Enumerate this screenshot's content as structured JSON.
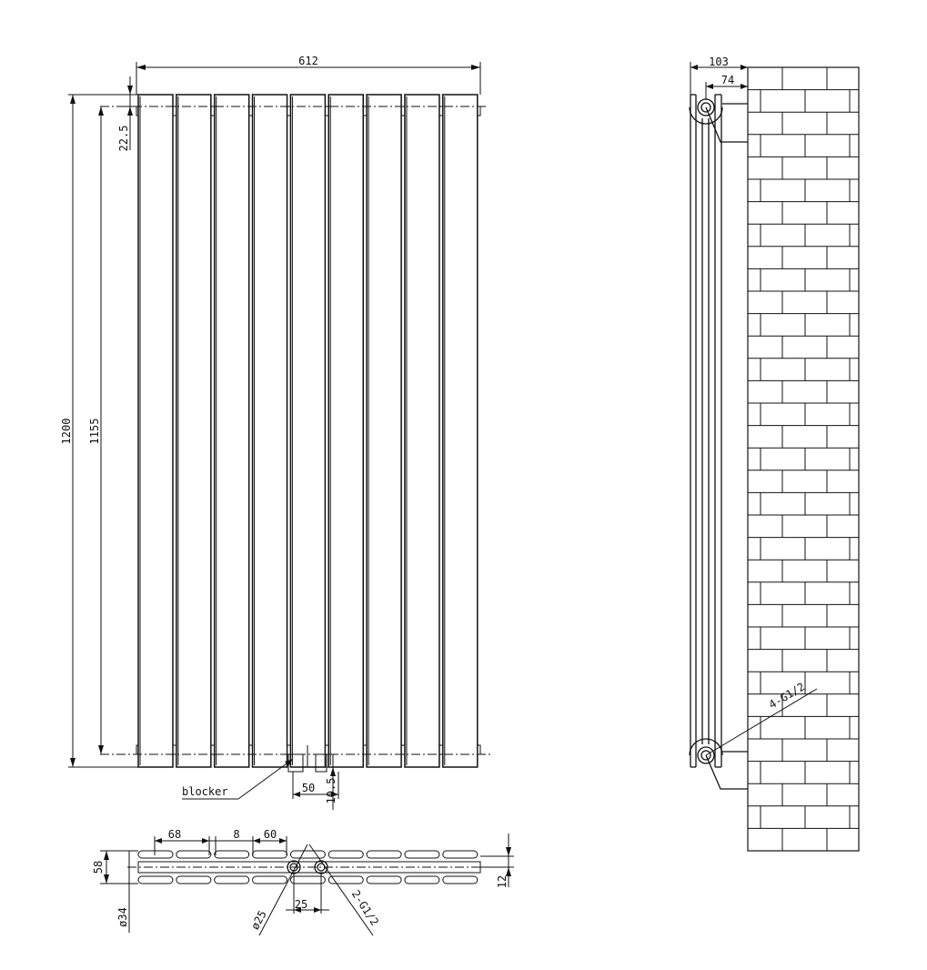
{
  "front_view": {
    "width_label": "612",
    "top_offset_label": "22.5",
    "height_label": "1200",
    "inner_height_label": "1155",
    "blocker_label": "blocker",
    "spacing_label": "50",
    "bottom_offset_label": "10.5",
    "panel_count": 9
  },
  "top_view": {
    "panel_width_label": "68",
    "gap_label": "8",
    "inner_width_label": "60",
    "depth_label": "58",
    "tube_label": "ø34",
    "pipe_diameter_label": "ø25",
    "pipe_spacing_label": "25",
    "thread_label": "2-G1/2",
    "edge_label": "12"
  },
  "side_view": {
    "total_depth_label": "103",
    "wall_depth_label": "74",
    "thread_label": "4-G1/2"
  }
}
